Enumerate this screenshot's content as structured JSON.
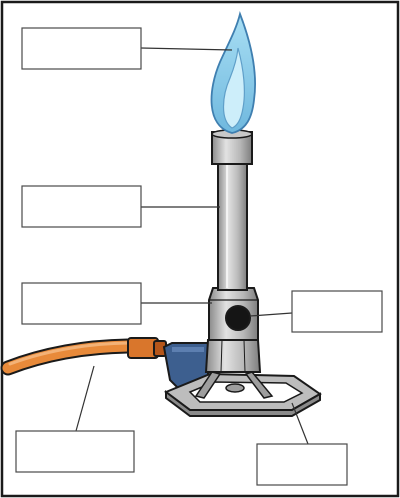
{
  "diagram": {
    "colors": {
      "frame": "#1a1a1a",
      "flame_outer": "#8fd0ec",
      "flame_inner": "#cdeefa",
      "flame_edge": "#3f7fb0",
      "metal_light": "#d4d4d4",
      "metal_mid": "#a9a9a9",
      "metal_dark": "#7a7a7a",
      "hose_orange": "#e88a3a",
      "hose_dark": "#b5561a",
      "connector_blue": "#3d5f8f",
      "air_hole": "#151515"
    },
    "labels": [
      {
        "id": "flame",
        "text": ""
      },
      {
        "id": "barrel",
        "text": ""
      },
      {
        "id": "collar",
        "text": ""
      },
      {
        "id": "air-hole",
        "text": ""
      },
      {
        "id": "gas-hose",
        "text": ""
      },
      {
        "id": "base",
        "text": ""
      }
    ]
  }
}
